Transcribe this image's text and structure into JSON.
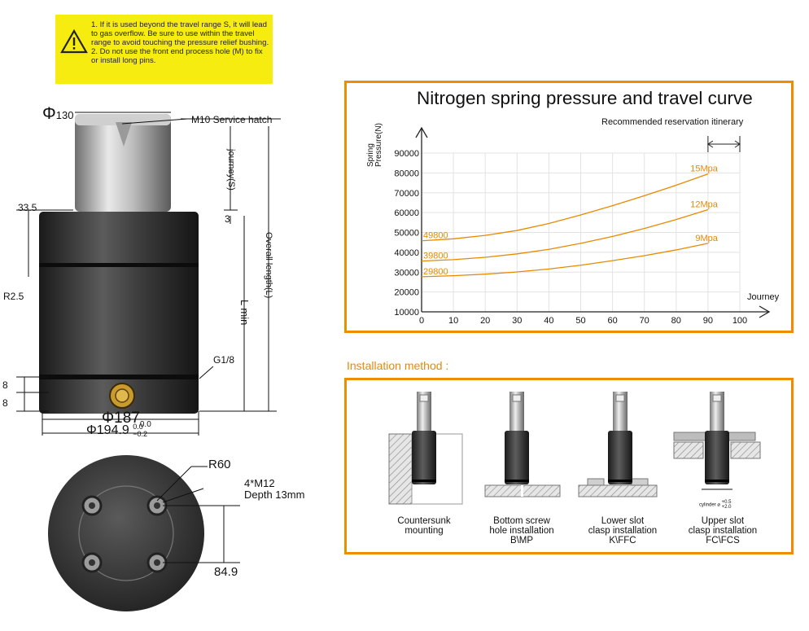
{
  "warning": {
    "text": "1. If it is used beyond the travel range S, it will lead to gas overflow. Be sure to use within the travel range to avoid touching the pressure relief bushing.\n2. Do not use the front end process hole (M) to fix or install long pins."
  },
  "drawing": {
    "phi_symbol": "Φ",
    "top_diameter": "130",
    "service_hatch": "M10 Service hatch",
    "journey_s": "journey(S)",
    "overall_length": "Overall length(L)",
    "l_min": "L min",
    "dim_33_5": "33.5",
    "dim_3": "3",
    "r2_5": "R2.5",
    "g1_8": "G1/8",
    "dim_8_a": "8",
    "dim_8_b": "8",
    "dia_187": "187",
    "tol_187": "0.0",
    "dia_194": "194.9",
    "tol_194": "0.0",
    "tol_194_lower": "−0.2",
    "r60": "R60",
    "m12": "4*M12",
    "depth": "Depth 13mm",
    "dim_84_9": "84.9"
  },
  "chart_data": {
    "type": "line",
    "title": "Nitrogen spring pressure and travel curve",
    "ylabel": "Spring Pressure(N)",
    "xlabel": "Journey",
    "reservation_label": "Recommended reservation itinerary",
    "reservation_range": [
      90,
      100
    ],
    "xlim": [
      0,
      100
    ],
    "ylim": [
      10000,
      90000
    ],
    "xticks": [
      0,
      10,
      20,
      30,
      40,
      50,
      60,
      70,
      80,
      90,
      100
    ],
    "yticks": [
      10000,
      20000,
      30000,
      40000,
      50000,
      60000,
      70000,
      80000,
      90000
    ],
    "grid": true,
    "series": [
      {
        "name": "15Mpa",
        "start_label": "49800",
        "color": "#e88a00",
        "x": [
          0,
          10,
          20,
          30,
          40,
          50,
          60,
          70,
          80,
          90
        ],
        "y": [
          45800,
          46800,
          48500,
          51000,
          54500,
          58800,
          63500,
          68500,
          73800,
          79500
        ]
      },
      {
        "name": "12Mpa",
        "start_label": "39800",
        "color": "#e88a00",
        "x": [
          0,
          10,
          20,
          30,
          40,
          50,
          60,
          70,
          80,
          90
        ],
        "y": [
          35600,
          36300,
          37500,
          39200,
          41500,
          44500,
          48000,
          52000,
          56500,
          61500
        ]
      },
      {
        "name": "9Mpa",
        "start_label": "29800",
        "color": "#e88a00",
        "x": [
          0,
          10,
          20,
          30,
          40,
          50,
          60,
          70,
          80,
          90
        ],
        "y": [
          27700,
          28200,
          29000,
          30100,
          31600,
          33500,
          35800,
          38300,
          41200,
          44500
        ]
      }
    ]
  },
  "installation": {
    "heading": "Installation method :",
    "cylinder_note": "cylinder ⌀",
    "cylinder_tol_upper": "+0.5",
    "cylinder_tol_lower": "+2.0",
    "methods": [
      {
        "label": "Countersunk\nmounting"
      },
      {
        "label": "Bottom screw\nhole installation\nB\\MP"
      },
      {
        "label": "Lower slot\nclasp installation\nK\\FFC"
      },
      {
        "label": "Upper slot\nclasp installation\nFC\\FCS"
      }
    ]
  }
}
